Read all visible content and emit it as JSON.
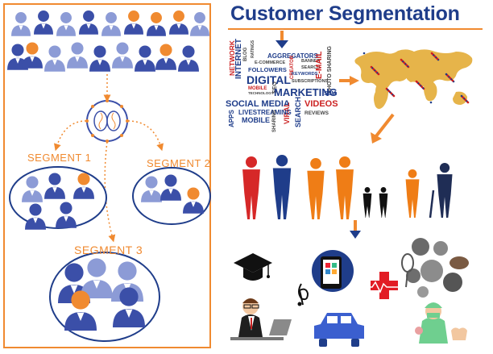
{
  "header": {
    "title": "Customer Segmentation"
  },
  "segments": [
    {
      "label": "SEGMENT 1"
    },
    {
      "label": "SEGMENT 2"
    },
    {
      "label": "SEGMENT 3"
    }
  ],
  "word_cloud": {
    "words": [
      "NETWORK",
      "INTERNET",
      "BLOG",
      "RATINGS",
      "AGGREGATORS",
      "E-COMMERCE",
      "FOLLOWERS",
      "DIGITAL",
      "CREATOR",
      "BANNER",
      "SEARCH",
      "E-MAIL",
      "PHOTO SHARING",
      "KEYWORDS",
      "SUBSCRIPTIONS",
      "MOBILE",
      "TECHNOLOGY",
      "SEO",
      "MARKETING",
      "SEM",
      "SOCIAL MEDIA",
      "APPS",
      "VIRAL",
      "VIDEOS",
      "LIVESTREAMING",
      "SEARCH",
      "REVIEWS",
      "MOBILE",
      "SHARING"
    ]
  },
  "colors": {
    "accent": "#f08a30",
    "brand": "#1f3d8a",
    "person_blue": "#3b4fa8",
    "person_light": "#8c9bd6",
    "person_orange": "#f08a30"
  },
  "icons": [
    "brain-icon",
    "world-map-icon",
    "graduation-cap-icon",
    "smartphone-icon",
    "music-note-icon",
    "medical-cross-icon",
    "sports-balls-icon",
    "office-worker-icon",
    "car-icon",
    "doctor-icon"
  ]
}
